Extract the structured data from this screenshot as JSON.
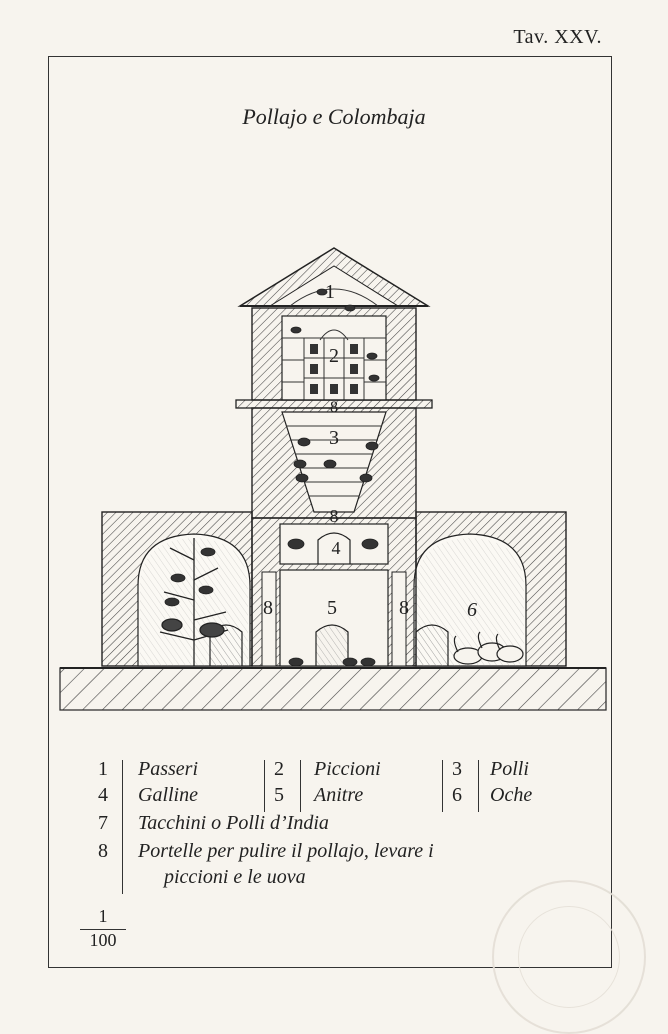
{
  "plate_number": "Tav. XXV.",
  "title": "Pollajo e Colombaja",
  "drawing_labels": {
    "n1": "1",
    "n2": "2",
    "n3": "3",
    "n4": "4",
    "n5": "5",
    "n6": "6",
    "n8a": "8",
    "n8b": "8",
    "n8c": "8",
    "n8d": "8"
  },
  "legend": {
    "row1": [
      {
        "num": "1",
        "label": "Passeri"
      },
      {
        "num": "2",
        "label": "Piccioni"
      },
      {
        "num": "3",
        "label": "Polli"
      }
    ],
    "row2": [
      {
        "num": "4",
        "label": "Galline"
      },
      {
        "num": "5",
        "label": "Anitre"
      },
      {
        "num": "6",
        "label": "Oche"
      }
    ],
    "row3": {
      "num": "7",
      "label": "Tacchini o Polli d’India"
    },
    "row4": {
      "num": "8",
      "label_line1": "Portelle per pulire il pollajo, levare i",
      "label_line2": "piccioni e le uova"
    }
  },
  "scale": {
    "numerator": "1",
    "denominator": "100"
  },
  "colors": {
    "paper": "#f7f4ee",
    "ink": "#222222"
  }
}
